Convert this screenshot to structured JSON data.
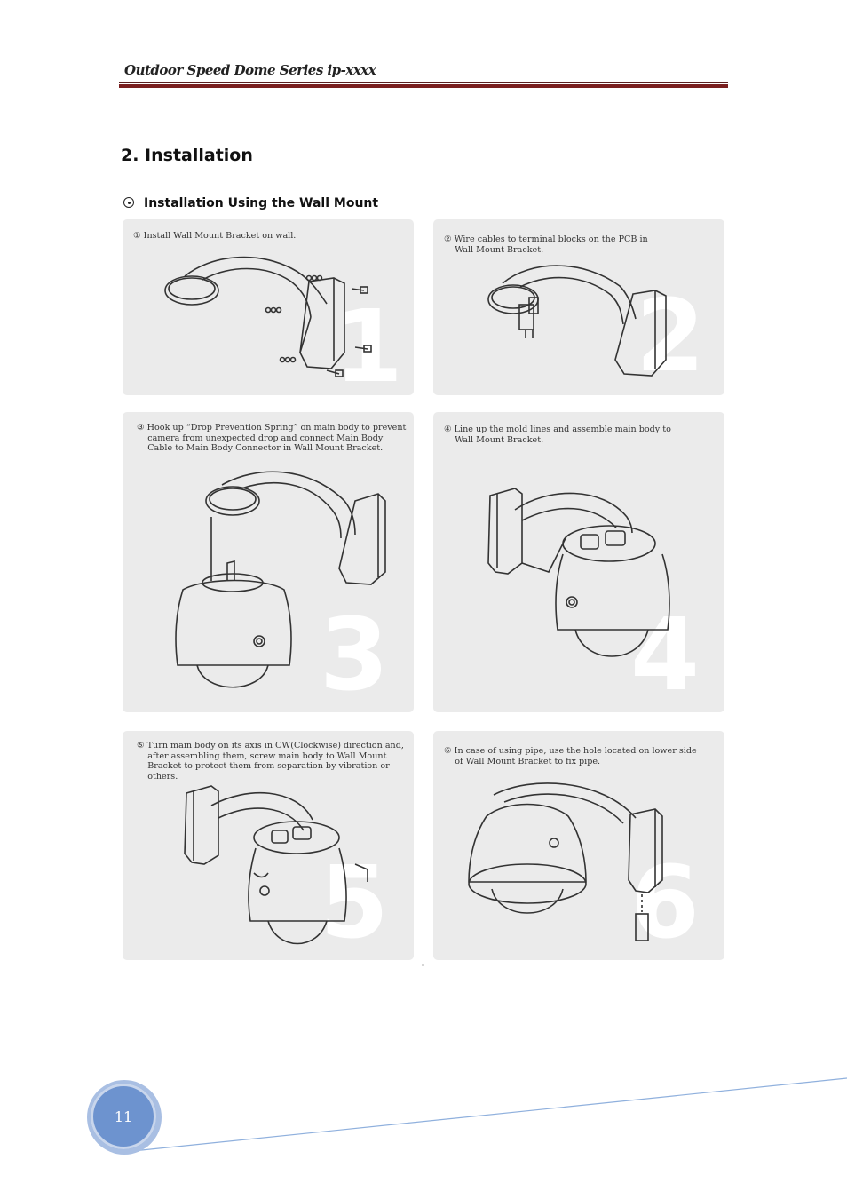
{
  "header": {
    "title": "Outdoor Speed Dome Series   ip-xxxx"
  },
  "section_title": "2. Installation",
  "subsection_title": "Installation Using the Wall Mount",
  "steps": [
    {
      "number": "1",
      "caption": "① Install Wall Mount Bracket on wall."
    },
    {
      "number": "2",
      "caption": "② Wire cables to terminal blocks on the PCB in\n    Wall Mount Bracket."
    },
    {
      "number": "3",
      "caption": "③ Hook up “Drop Prevention Spring” on main body to prevent\n    camera from unexpected drop and connect Main Body\n    Cable to Main Body Connector in Wall Mount Bracket."
    },
    {
      "number": "4",
      "caption": "④ Line up the mold lines and assemble main body to\n    Wall Mount Bracket."
    },
    {
      "number": "5",
      "caption": "⑤ Turn main body on its axis in CW(Clockwise) direction and,\n    after assembling them, screw main body to Wall Mount\n    Bracket to protect them from separation by vibration or\n    others."
    },
    {
      "number": "6",
      "caption": "⑥ In case of using pipe, use the hole located on lower side\n    of Wall Mount Bracket to fix pipe."
    }
  ],
  "footer": {
    "page_number": "11"
  },
  "colors": {
    "header_rule": "#7a1f1f",
    "panel_bg": "#ebebeb",
    "page_badge": "#6d93cf",
    "footer_line": "#8fb0dd"
  }
}
